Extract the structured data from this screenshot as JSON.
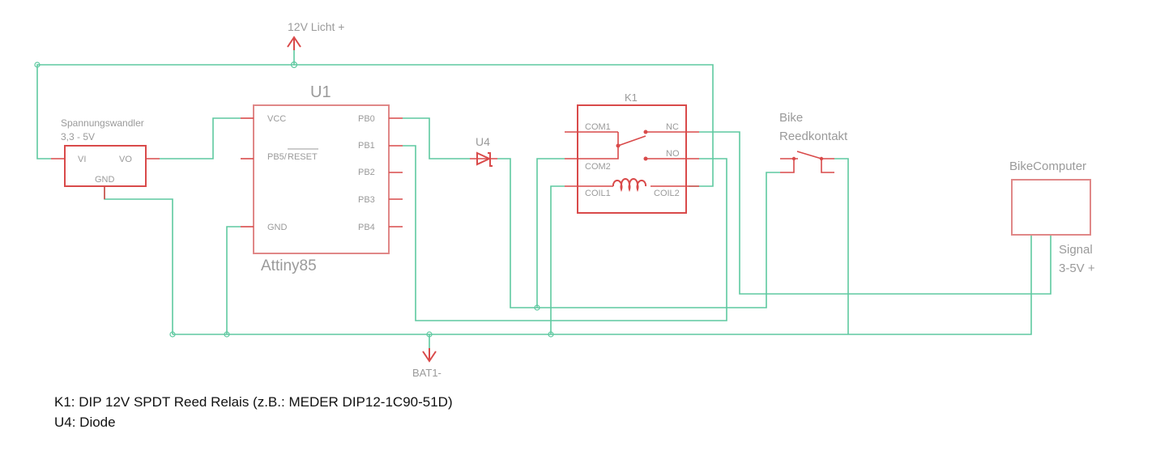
{
  "power_labels": {
    "top": "12V Licht +",
    "bottom": "BAT1-"
  },
  "components": {
    "regulator": {
      "title_line1": "Spannungswandler",
      "title_line2": "3,3 - 5V",
      "pins": {
        "vi": "VI",
        "vo": "VO",
        "gnd": "GND"
      }
    },
    "u1": {
      "ref": "U1",
      "value": "Attiny85",
      "pins_left": [
        "VCC",
        "PB5/",
        "RESET",
        "GND"
      ],
      "pins_right": [
        "PB0",
        "PB1",
        "PB2",
        "PB3",
        "PB4"
      ]
    },
    "u4": {
      "ref": "U4"
    },
    "k1": {
      "ref": "K1",
      "pins": {
        "com1": "COM1",
        "com2": "COM2",
        "coil1": "COIL1",
        "nc": "NC",
        "no": "NO",
        "coil2": "COIL2"
      }
    },
    "reed": {
      "title_line1": "Bike",
      "title_line2": "Reedkontakt"
    },
    "bikecomputer": {
      "title": "BikeComputer",
      "signal_line1": "Signal",
      "signal_line2": "3-5V +"
    }
  },
  "notes": [
    "K1: DIP 12V SPDT Reed Relais (z.B.: MEDER DIP12-1C90-51D)",
    "U4: Diode"
  ]
}
